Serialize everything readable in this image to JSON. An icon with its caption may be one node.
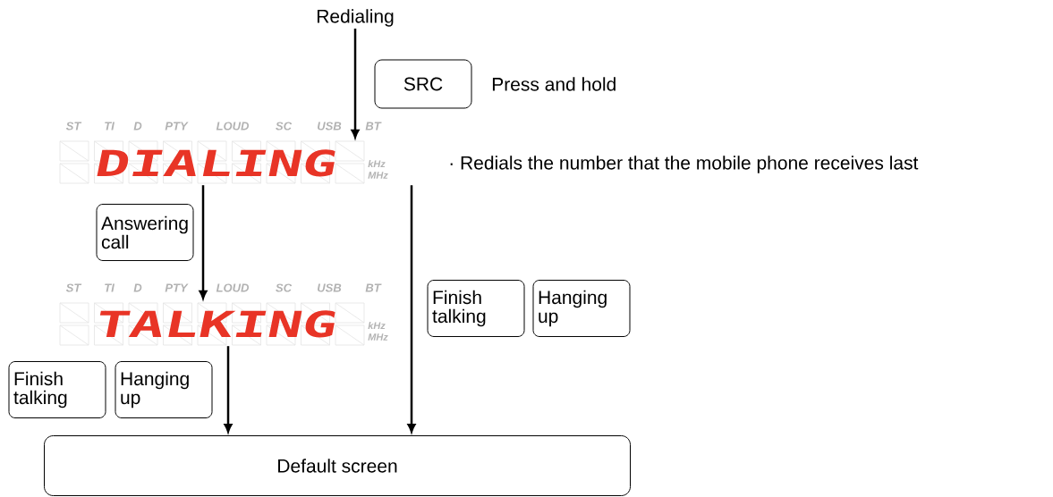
{
  "diagram": {
    "nodes": [
      {
        "text": [
          "Redialing"
        ]
      },
      {
        "text": [
          "SRC"
        ],
        "beside": [
          "Press and hold"
        ]
      },
      {
        "text": [
          "DIALING"
        ]
      },
      {
        "text": [
          "Answering call"
        ]
      },
      {
        "text": [
          "TALKING"
        ]
      },
      {
        "text": [
          "Finish talking"
        ]
      },
      {
        "text": [
          "Hanging up"
        ]
      },
      {
        "text": [
          "Finish talking"
        ]
      },
      {
        "text": [
          "Hanging up"
        ]
      },
      {
        "text": [
          "Default screen"
        ]
      }
    ],
    "edges": [
      {
        "from": 0,
        "to": 2,
        "arrow": "to"
      },
      {
        "from": 2,
        "to": 4,
        "arrow": "to"
      },
      {
        "from": 2,
        "to": 9,
        "arrow": "to"
      },
      {
        "from": 4,
        "to": 9,
        "arrow": "to"
      }
    ],
    "labels": [
      "ST",
      "TI",
      "D",
      "PTY",
      "LOUD",
      "SC",
      "USB",
      "BT",
      "kHz",
      "MHz",
      "ST",
      "TI",
      "D",
      "PTY",
      "LOUD",
      "SC",
      "USB",
      "BT",
      "kHz",
      "MHz",
      "· Redials the number that the mobile phone receives last"
    ]
  }
}
